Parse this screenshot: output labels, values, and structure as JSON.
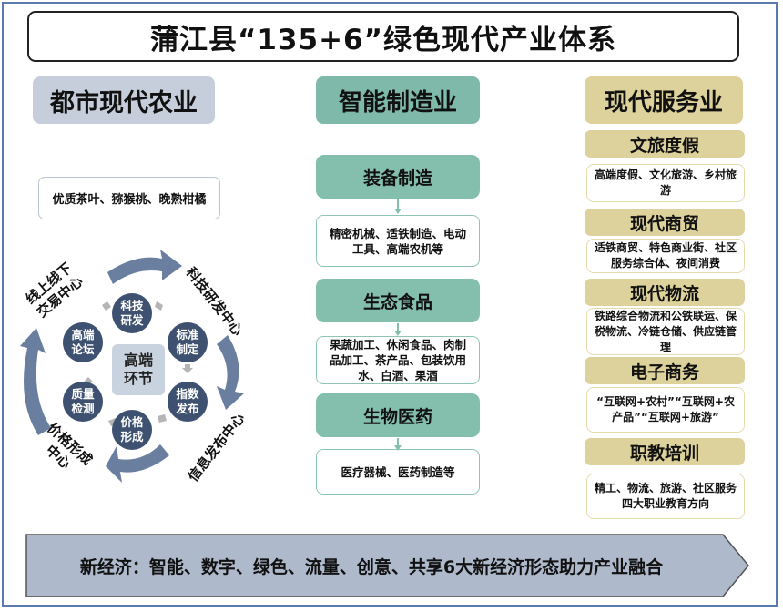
{
  "title": "蒲江县“135+6”绿色现代产业体系",
  "columns": {
    "agriculture": {
      "heading": "都市现代农业",
      "products": "优质茶叶、猕猴桃、晚熟柑橘",
      "cycle": {
        "center": "高端\n环节",
        "inner_nodes": [
          {
            "label": "科技\n研发"
          },
          {
            "label": "标准\n制定"
          },
          {
            "label": "指数\n发布"
          },
          {
            "label": "价格\n形成"
          },
          {
            "label": "质量\n检测"
          },
          {
            "label": "高端\n论坛"
          }
        ],
        "outer_labels": [
          {
            "label": "科技研发中心"
          },
          {
            "label": "信息发布中心"
          },
          {
            "label": "价格形成\n中心"
          },
          {
            "label": "线上线下\n交易中心"
          }
        ],
        "colors": {
          "node": "#3f5170",
          "arrow": "#6a7f9f",
          "small_arrow": "#b5b5b5",
          "center": "#c9d2df"
        }
      }
    },
    "manufacturing": {
      "heading": "智能制造业",
      "sectors": [
        {
          "name": "装备制造",
          "description": "精密机械、适铁制造、电动工具、高端农机等"
        },
        {
          "name": "生态食品",
          "description": "果蔬加工、休闲食品、肉制品加工、茶产品、包装饮用水、白酒、果酒"
        },
        {
          "name": "生物医药",
          "description": "医疗器械、医药制造等"
        }
      ]
    },
    "services": {
      "heading": "现代服务业",
      "sectors": [
        {
          "name": "文旅度假",
          "description": "高端度假、文化旅游、乡村旅游"
        },
        {
          "name": "现代商贸",
          "description": "适铁商贸、特色商业街、社区服务综合体、夜间消费"
        },
        {
          "name": "现代物流",
          "description": "铁路综合物流和公铁联运、保税物流、冷链仓储、供应链管理"
        },
        {
          "name": "电子商务",
          "description": "“互联网+农村”“互联网+农产品”“互联网+旅游”"
        },
        {
          "name": "职教培训",
          "description": "精工、物流、旅游、社区服务四大职业教育方向"
        }
      ]
    }
  },
  "banner": {
    "text": "新经济：智能、数字、绿色、流量、创意、共享6大新经济形态助力产业融合"
  },
  "colors": {
    "frame": "#5a7bb0",
    "agriculture": "#c5ceda",
    "manufacturing": "#7fb9a9",
    "services": "#ddd29b",
    "banner": "#aeb9cc"
  }
}
